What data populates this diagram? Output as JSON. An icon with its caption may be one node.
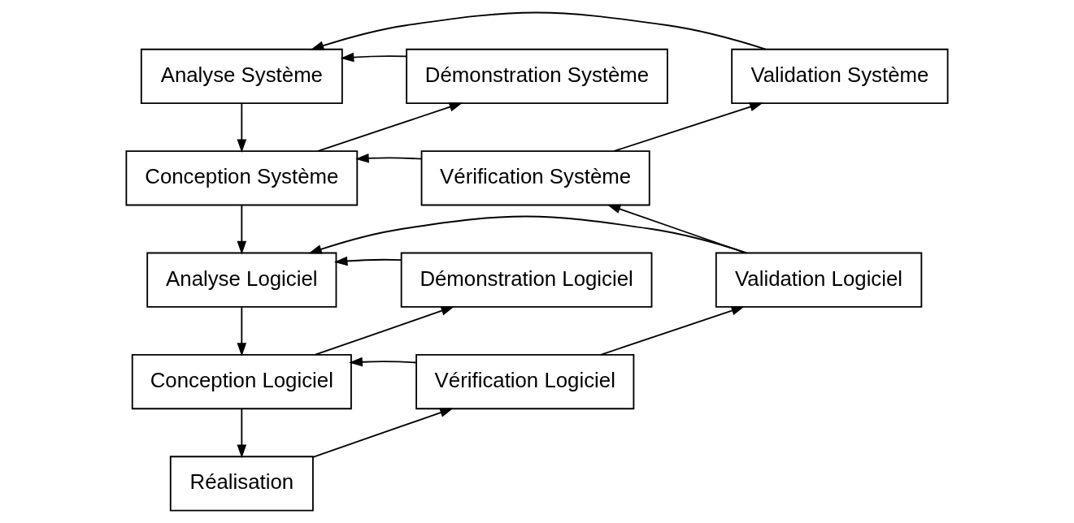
{
  "diagram": {
    "nodes": [
      {
        "text": [
          "Analyse Système"
        ]
      },
      {
        "text": [
          "Démonstration Système"
        ]
      },
      {
        "text": [
          "Validation Système"
        ]
      },
      {
        "text": [
          "Conception Système"
        ]
      },
      {
        "text": [
          "Vérification Système"
        ]
      },
      {
        "text": [
          "Analyse Logiciel"
        ]
      },
      {
        "text": [
          "Démonstration Logiciel"
        ]
      },
      {
        "text": [
          "Validation Logiciel"
        ]
      },
      {
        "text": [
          "Conception Logiciel"
        ]
      },
      {
        "text": [
          "Vérification Logiciel"
        ]
      },
      {
        "text": [
          "Réalisation"
        ]
      }
    ],
    "edges": [
      {
        "from": 0,
        "to": 3,
        "arrow": "to"
      },
      {
        "from": 3,
        "to": 5,
        "arrow": "to"
      },
      {
        "from": 5,
        "to": 8,
        "arrow": "to"
      },
      {
        "from": 8,
        "to": 10,
        "arrow": "to"
      },
      {
        "from": 10,
        "to": 9,
        "arrow": "to"
      },
      {
        "from": 9,
        "to": 7,
        "arrow": "to"
      },
      {
        "from": 7,
        "to": 4,
        "arrow": "to"
      },
      {
        "from": 4,
        "to": 2,
        "arrow": "to"
      },
      {
        "from": 2,
        "to": 0,
        "arrow": "to"
      },
      {
        "from": 1,
        "to": 0,
        "arrow": "to"
      },
      {
        "from": 3,
        "to": 1,
        "arrow": "to"
      },
      {
        "from": 4,
        "to": 3,
        "arrow": "to"
      },
      {
        "from": 7,
        "to": 5,
        "arrow": "to"
      },
      {
        "from": 6,
        "to": 5,
        "arrow": "to"
      },
      {
        "from": 8,
        "to": 6,
        "arrow": "to"
      },
      {
        "from": 9,
        "to": 8,
        "arrow": "to"
      }
    ]
  }
}
